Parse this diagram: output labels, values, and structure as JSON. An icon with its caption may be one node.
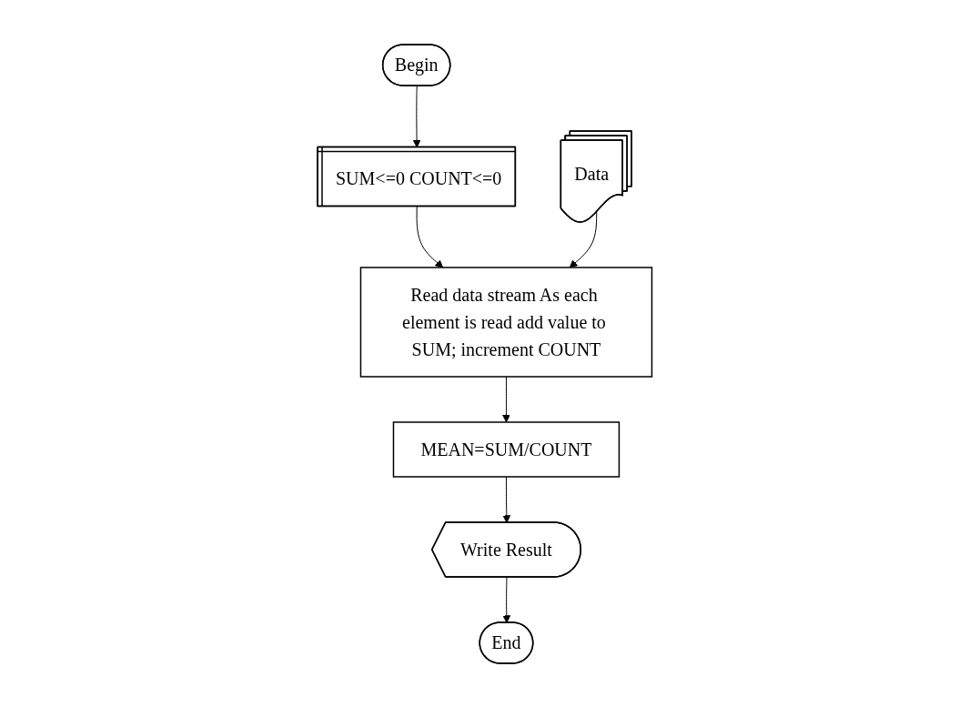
{
  "diagram": {
    "nodes": [
      {
        "text": [
          "Begin"
        ]
      },
      {
        "text": [
          "SUM<=0 COUNT<=0"
        ]
      },
      {
        "text": [
          "Read data stream As each element is read add value to SUM; increment COUNT"
        ]
      },
      {
        "text": [
          "Data"
        ]
      },
      {
        "text": [
          "MEAN=SUM/COUNT"
        ]
      },
      {
        "text": [
          "Write Result"
        ]
      },
      {
        "text": [
          "End"
        ]
      }
    ],
    "edges": [
      {
        "from": 0,
        "to": 1,
        "arrow": "to"
      },
      {
        "from": 1,
        "to": 2,
        "arrow": "to"
      },
      {
        "from": 3,
        "to": 2,
        "arrow": "to"
      },
      {
        "from": 2,
        "to": 4,
        "arrow": "to"
      },
      {
        "from": 4,
        "to": 5,
        "arrow": "to"
      },
      {
        "from": 5,
        "to": 6,
        "arrow": "to"
      }
    ]
  }
}
